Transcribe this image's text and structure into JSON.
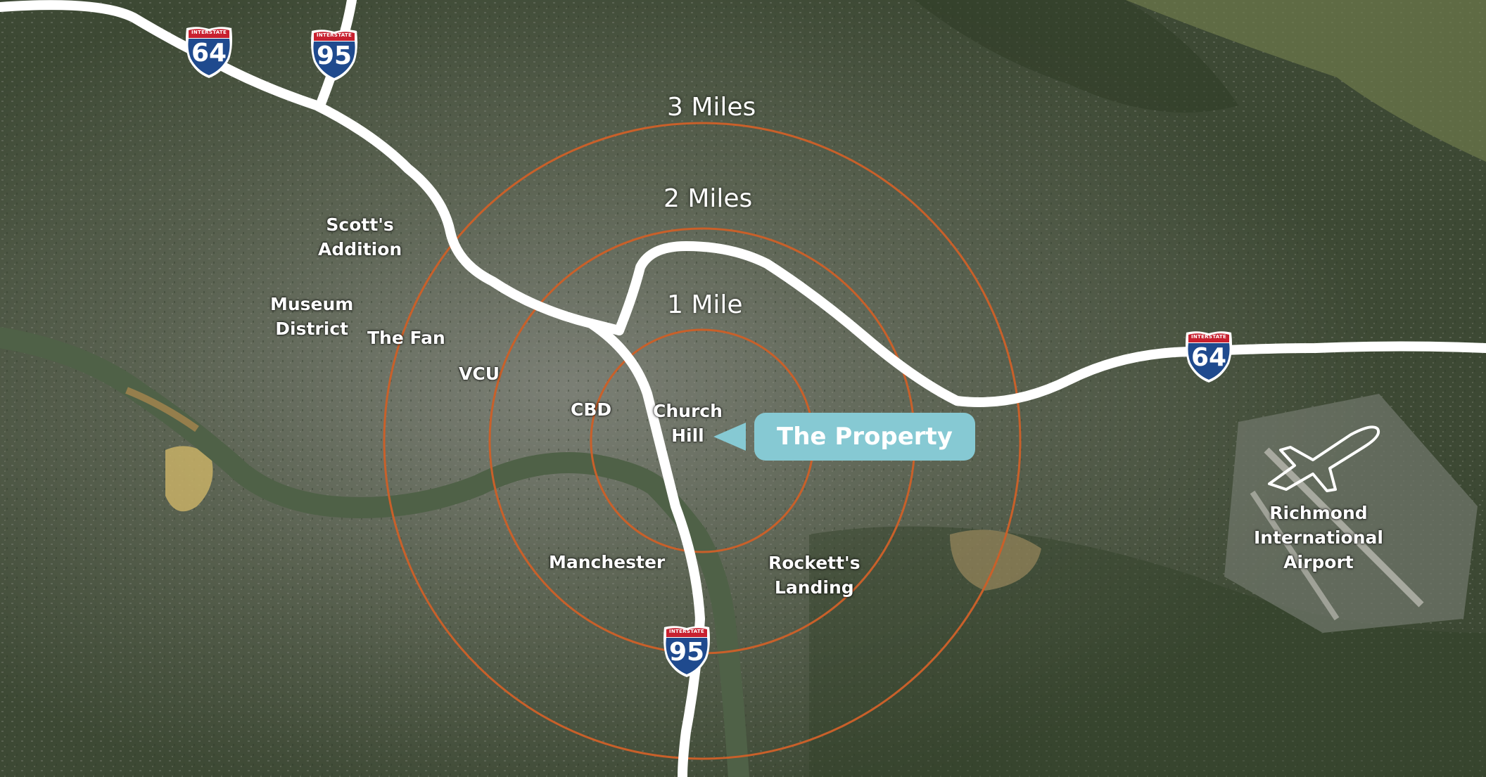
{
  "rings": {
    "one": "1 Mile",
    "two": "2 Miles",
    "three": "3 Miles"
  },
  "property_label": "The Property",
  "neighborhoods": {
    "scotts_addition": [
      "Scott's",
      "Addition"
    ],
    "museum_district": [
      "Museum",
      "District"
    ],
    "the_fan": "The Fan",
    "vcu": "VCU",
    "cbd": "CBD",
    "church_hill": [
      "Church",
      "Hill"
    ],
    "manchester": "Manchester",
    "rocketts_landing": [
      "Rockett's",
      "Landing"
    ],
    "airport": [
      "Richmond",
      "International",
      "Airport"
    ]
  },
  "shields": {
    "i64_nw": {
      "top": "INTERSTATE",
      "num": "64"
    },
    "i95_n": {
      "top": "INTERSTATE",
      "num": "95"
    },
    "i64_e": {
      "top": "INTERSTATE",
      "num": "64"
    },
    "i95_s": {
      "top": "INTERSTATE",
      "num": "95"
    }
  },
  "icons": {
    "property_pointer": "triangle-pointer-left",
    "airport": "airplane-outline-icon",
    "shield": "interstate-shield-icon"
  },
  "colors": {
    "ring": "#c9602a",
    "highway": "#ffffff",
    "callout": "#86c9d3",
    "river": "#4b5d42",
    "shield_blue": "#1f4a8e",
    "shield_red": "#c8202f"
  }
}
